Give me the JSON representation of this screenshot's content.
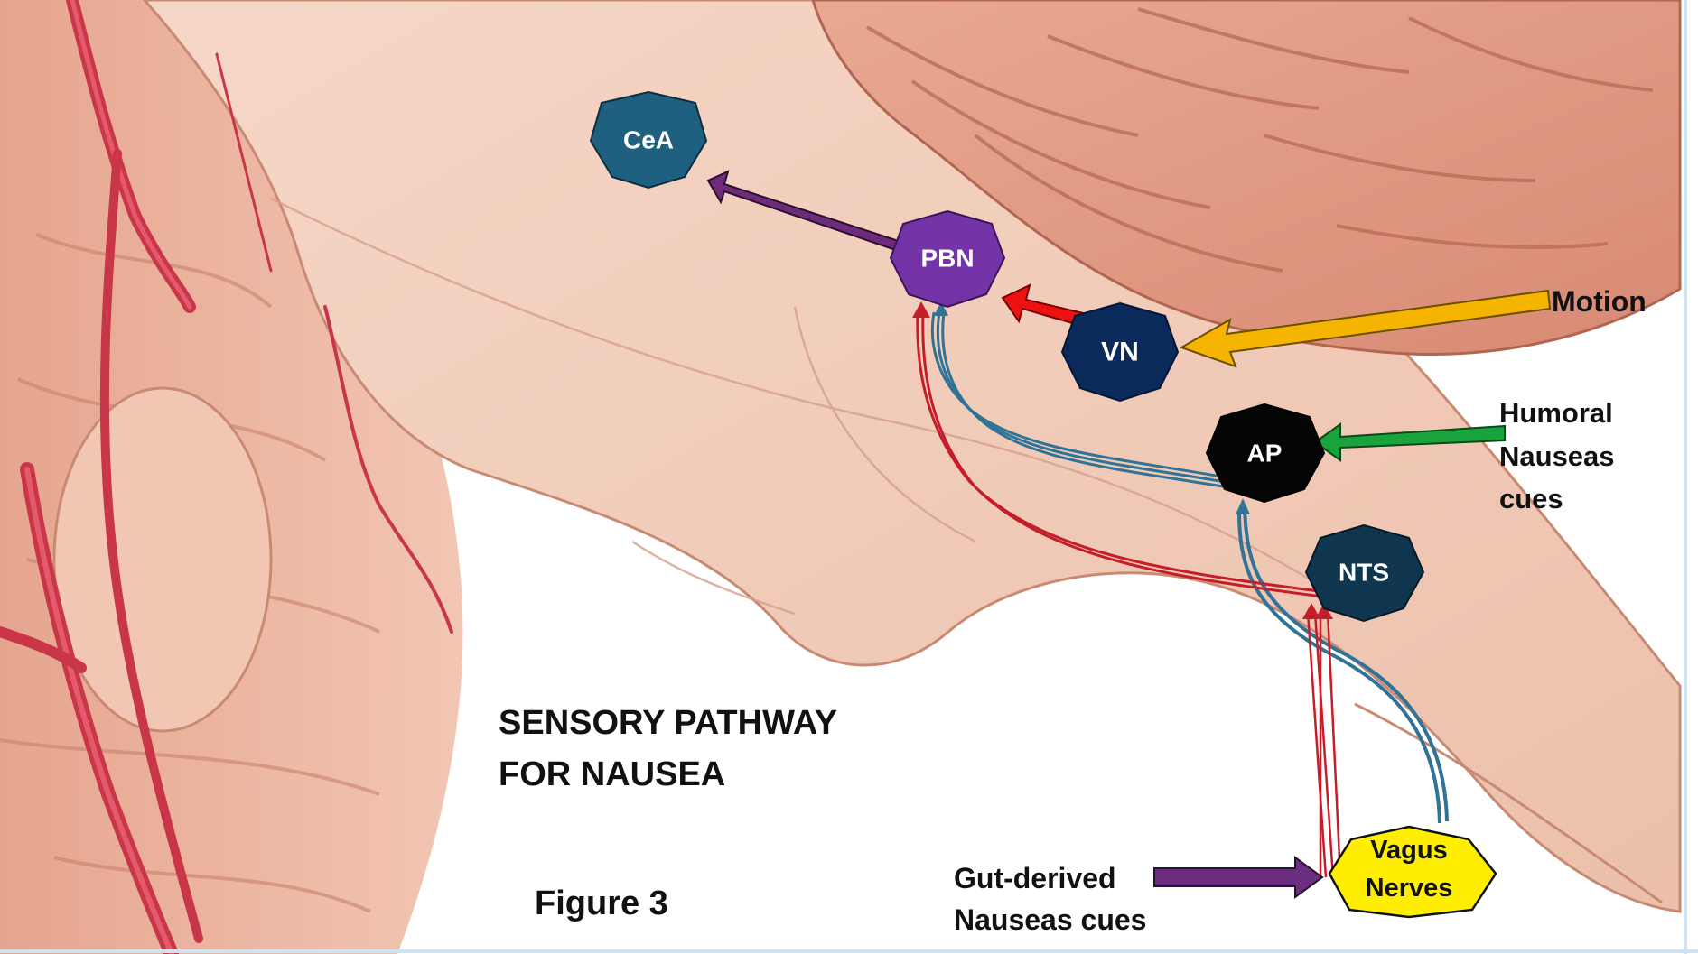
{
  "title_lines": [
    "SENSORY PATHWAY",
    "FOR NAUSEA"
  ],
  "figure_label": "Figure 3",
  "nodes": {
    "cea": {
      "label": "CeA",
      "color": "#1f5f7f"
    },
    "pbn": {
      "label": "PBN",
      "color": "#7433a6"
    },
    "vn": {
      "label": "VN",
      "color": "#0b2a5c"
    },
    "ap": {
      "label": "AP",
      "color": "#050505"
    },
    "nts": {
      "label": "NTS",
      "color": "#10364f"
    },
    "vagus": {
      "label_lines": [
        "Vagus",
        "Nerves"
      ],
      "color": "#ffee00"
    }
  },
  "inputs": {
    "motion": {
      "label": "Motion",
      "color": "#f5b400"
    },
    "humoral": {
      "label_lines": [
        "Humoral",
        "Nauseas",
        "cues"
      ],
      "color": "#18a33c"
    },
    "gut": {
      "label_lines": [
        "Gut-derived",
        "Nauseas cues"
      ],
      "color": "#6a2d80"
    }
  },
  "pathway_colors": {
    "pbn_to_cea": "#6f2b7a",
    "vn_to_pbn": "#ee1111",
    "vagal_red": "#c41e2a",
    "vagal_blue": "#2f7396"
  }
}
